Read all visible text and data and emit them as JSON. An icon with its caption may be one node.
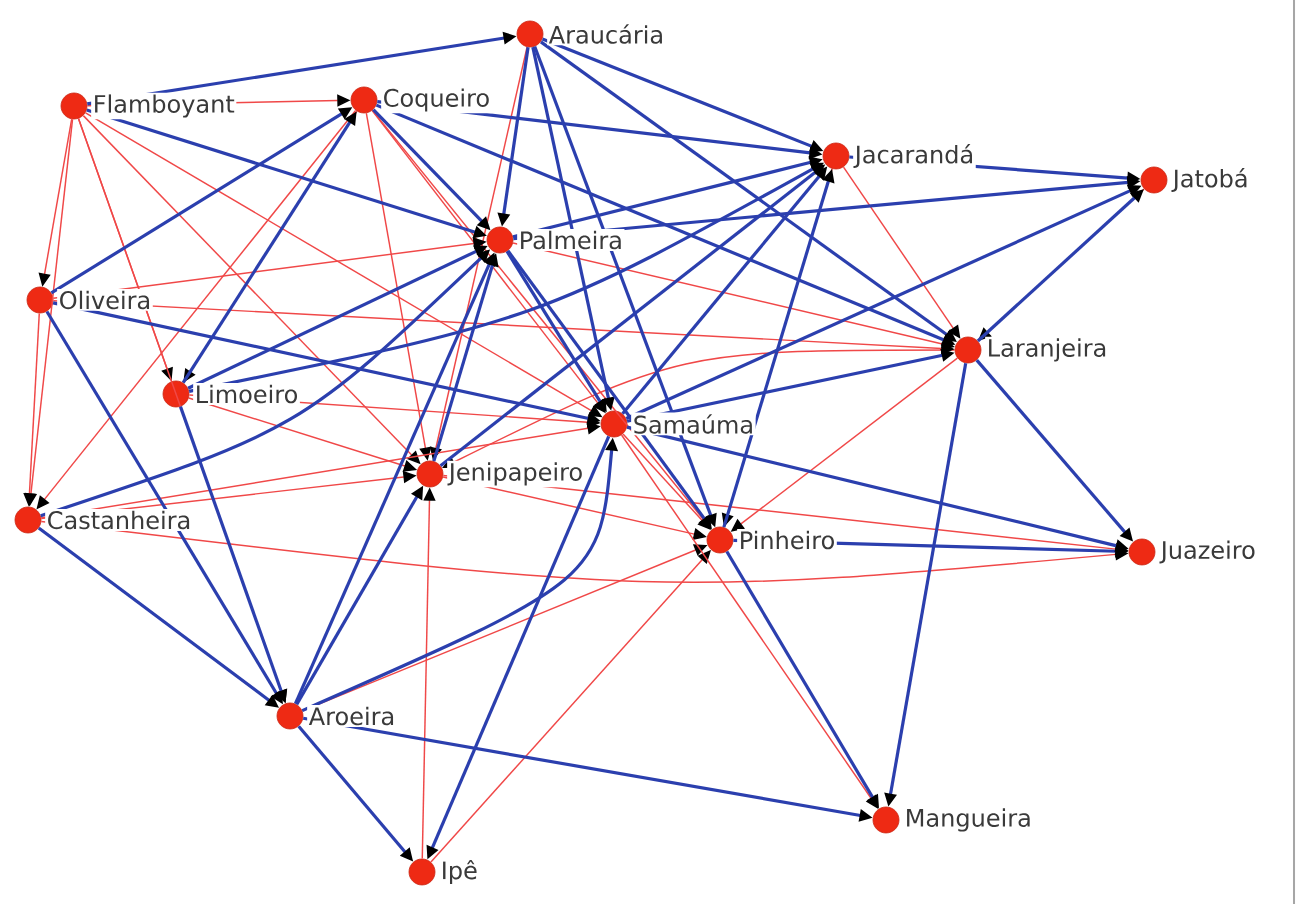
{
  "diagram": {
    "nodes": [
      {
        "text": [
          "Araucária"
        ]
      },
      {
        "text": [
          "Flamboyant"
        ]
      },
      {
        "text": [
          "Coqueiro"
        ]
      },
      {
        "text": [
          "Jacarandá"
        ]
      },
      {
        "text": [
          "Jatobá"
        ]
      },
      {
        "text": [
          "Palmeira"
        ]
      },
      {
        "text": [
          "Oliveira"
        ]
      },
      {
        "text": [
          "Laranjeira"
        ]
      },
      {
        "text": [
          "Limoeiro"
        ]
      },
      {
        "text": [
          "Samaúma"
        ]
      },
      {
        "text": [
          "Jenipapeiro"
        ]
      },
      {
        "text": [
          "Castanheira"
        ]
      },
      {
        "text": [
          "Pinheiro"
        ]
      },
      {
        "text": [
          "Juazeiro"
        ]
      },
      {
        "text": [
          "Aroeira"
        ]
      },
      {
        "text": [
          "Mangueira"
        ]
      },
      {
        "text": [
          "Ipê"
        ]
      }
    ],
    "edges": [
      {
        "from": 1,
        "to": 2,
        "arrow": "to",
        "color": "#f04848"
      },
      {
        "from": 1,
        "to": 6,
        "arrow": "to",
        "color": "#f04848"
      },
      {
        "from": 1,
        "to": 11,
        "arrow": "to",
        "color": "#f04848"
      },
      {
        "from": 1,
        "to": 9,
        "arrow": "to",
        "color": "#f04848"
      },
      {
        "from": 1,
        "to": 10,
        "arrow": "to",
        "color": "#f04848"
      },
      {
        "from": 1,
        "to": 8,
        "arrow": "to",
        "color": "#f04848"
      },
      {
        "from": 1,
        "to": 14,
        "arrow": "to",
        "color": "#f04848"
      },
      {
        "from": 2,
        "to": 11,
        "arrow": "to",
        "color": "#f04848"
      },
      {
        "from": 2,
        "to": 10,
        "arrow": "to",
        "color": "#f04848"
      },
      {
        "from": 2,
        "to": 9,
        "arrow": "to",
        "color": "#f04848"
      },
      {
        "from": 2,
        "to": 12,
        "arrow": "to",
        "color": "#f04848"
      },
      {
        "from": 2,
        "to": 8,
        "arrow": "to",
        "color": "#f04848"
      },
      {
        "from": 0,
        "to": 10,
        "arrow": "to",
        "color": "#f04848"
      },
      {
        "from": 3,
        "to": 12,
        "arrow": "to",
        "color": "#f04848"
      },
      {
        "from": 3,
        "to": 7,
        "arrow": "to",
        "color": "#f04848"
      },
      {
        "from": 7,
        "to": 12,
        "arrow": "to",
        "color": "#f04848"
      },
      {
        "from": 7,
        "to": 10,
        "arrow": "to",
        "color": "#f04848"
      },
      {
        "from": 5,
        "to": 7,
        "arrow": "to",
        "color": "#f04848"
      },
      {
        "from": 6,
        "to": 5,
        "arrow": "to",
        "color": "#f04848"
      },
      {
        "from": 6,
        "to": 11,
        "arrow": "to",
        "color": "#f04848"
      },
      {
        "from": 6,
        "to": 7,
        "arrow": "to",
        "color": "#f04848"
      },
      {
        "from": 8,
        "to": 10,
        "arrow": "to",
        "color": "#f04848"
      },
      {
        "from": 8,
        "to": 9,
        "arrow": "to",
        "color": "#f04848"
      },
      {
        "from": 11,
        "to": 10,
        "arrow": "to",
        "color": "#f04848"
      },
      {
        "from": 11,
        "to": 9,
        "arrow": "to",
        "color": "#f04848"
      },
      {
        "from": 11,
        "to": 13,
        "arrow": "to",
        "color": "#f04848"
      },
      {
        "from": 10,
        "to": 12,
        "arrow": "to",
        "color": "#f04848"
      },
      {
        "from": 14,
        "to": 12,
        "arrow": "to",
        "color": "#f04848"
      },
      {
        "from": 9,
        "to": 12,
        "arrow": "to",
        "color": "#f04848"
      },
      {
        "from": 16,
        "to": 10,
        "arrow": "to",
        "color": "#f04848"
      },
      {
        "from": 16,
        "to": 12,
        "arrow": "to",
        "color": "#f04848"
      },
      {
        "from": 9,
        "to": 15,
        "arrow": "to",
        "color": "#f04848"
      },
      {
        "from": 4,
        "to": 7,
        "arrow": "to",
        "color": "#f04848"
      },
      {
        "from": 10,
        "to": 13,
        "arrow": "to",
        "color": "#f04848"
      },
      {
        "from": 1,
        "to": 0,
        "arrow": "to"
      },
      {
        "from": 1,
        "to": 5,
        "arrow": "to"
      },
      {
        "from": 0,
        "to": 3,
        "arrow": "to"
      },
      {
        "from": 0,
        "to": 7,
        "arrow": "to"
      },
      {
        "from": 0,
        "to": 5,
        "arrow": "to"
      },
      {
        "from": 0,
        "to": 9,
        "arrow": "to"
      },
      {
        "from": 0,
        "to": 12,
        "arrow": "to"
      },
      {
        "from": 2,
        "to": 3,
        "arrow": "to"
      },
      {
        "from": 2,
        "to": 7,
        "arrow": "to"
      },
      {
        "from": 6,
        "to": 2,
        "arrow": "to"
      },
      {
        "from": 8,
        "to": 2,
        "arrow": "to"
      },
      {
        "from": 3,
        "to": 4,
        "arrow": "to"
      },
      {
        "from": 9,
        "to": 4,
        "arrow": "to"
      },
      {
        "from": 7,
        "to": 4,
        "arrow": "to"
      },
      {
        "from": 5,
        "to": 4,
        "arrow": "to"
      },
      {
        "from": 5,
        "to": 3,
        "arrow": "to"
      },
      {
        "from": 8,
        "to": 3,
        "arrow": "to"
      },
      {
        "from": 10,
        "to": 3,
        "arrow": "to"
      },
      {
        "from": 9,
        "to": 3,
        "arrow": "to"
      },
      {
        "from": 12,
        "to": 3,
        "arrow": "to"
      },
      {
        "from": 9,
        "to": 7,
        "arrow": "to"
      },
      {
        "from": 7,
        "to": 13,
        "arrow": "to"
      },
      {
        "from": 7,
        "to": 15,
        "arrow": "to"
      },
      {
        "from": 12,
        "to": 13,
        "arrow": "to"
      },
      {
        "from": 9,
        "to": 13,
        "arrow": "to"
      },
      {
        "from": 14,
        "to": 15,
        "arrow": "to"
      },
      {
        "from": 12,
        "to": 15,
        "arrow": "to"
      },
      {
        "from": 11,
        "to": 14,
        "arrow": "to"
      },
      {
        "from": 6,
        "to": 14,
        "arrow": "to"
      },
      {
        "from": 8,
        "to": 14,
        "arrow": "to"
      },
      {
        "from": 14,
        "to": 10,
        "arrow": "to"
      },
      {
        "from": 14,
        "to": 5,
        "arrow": "to"
      },
      {
        "from": 14,
        "to": 9,
        "arrow": "to"
      },
      {
        "from": 14,
        "to": 16,
        "arrow": "to"
      },
      {
        "from": 9,
        "to": 16,
        "arrow": "to"
      },
      {
        "from": 6,
        "to": 9,
        "arrow": "to"
      },
      {
        "from": 8,
        "to": 5,
        "arrow": "to"
      },
      {
        "from": 11,
        "to": 5,
        "arrow": "to"
      },
      {
        "from": 10,
        "to": 5,
        "arrow": "to"
      },
      {
        "from": 2,
        "to": 5,
        "arrow": "to"
      },
      {
        "from": 5,
        "to": 12,
        "arrow": "to"
      },
      {
        "from": 5,
        "to": 9,
        "arrow": "to"
      }
    ]
  }
}
